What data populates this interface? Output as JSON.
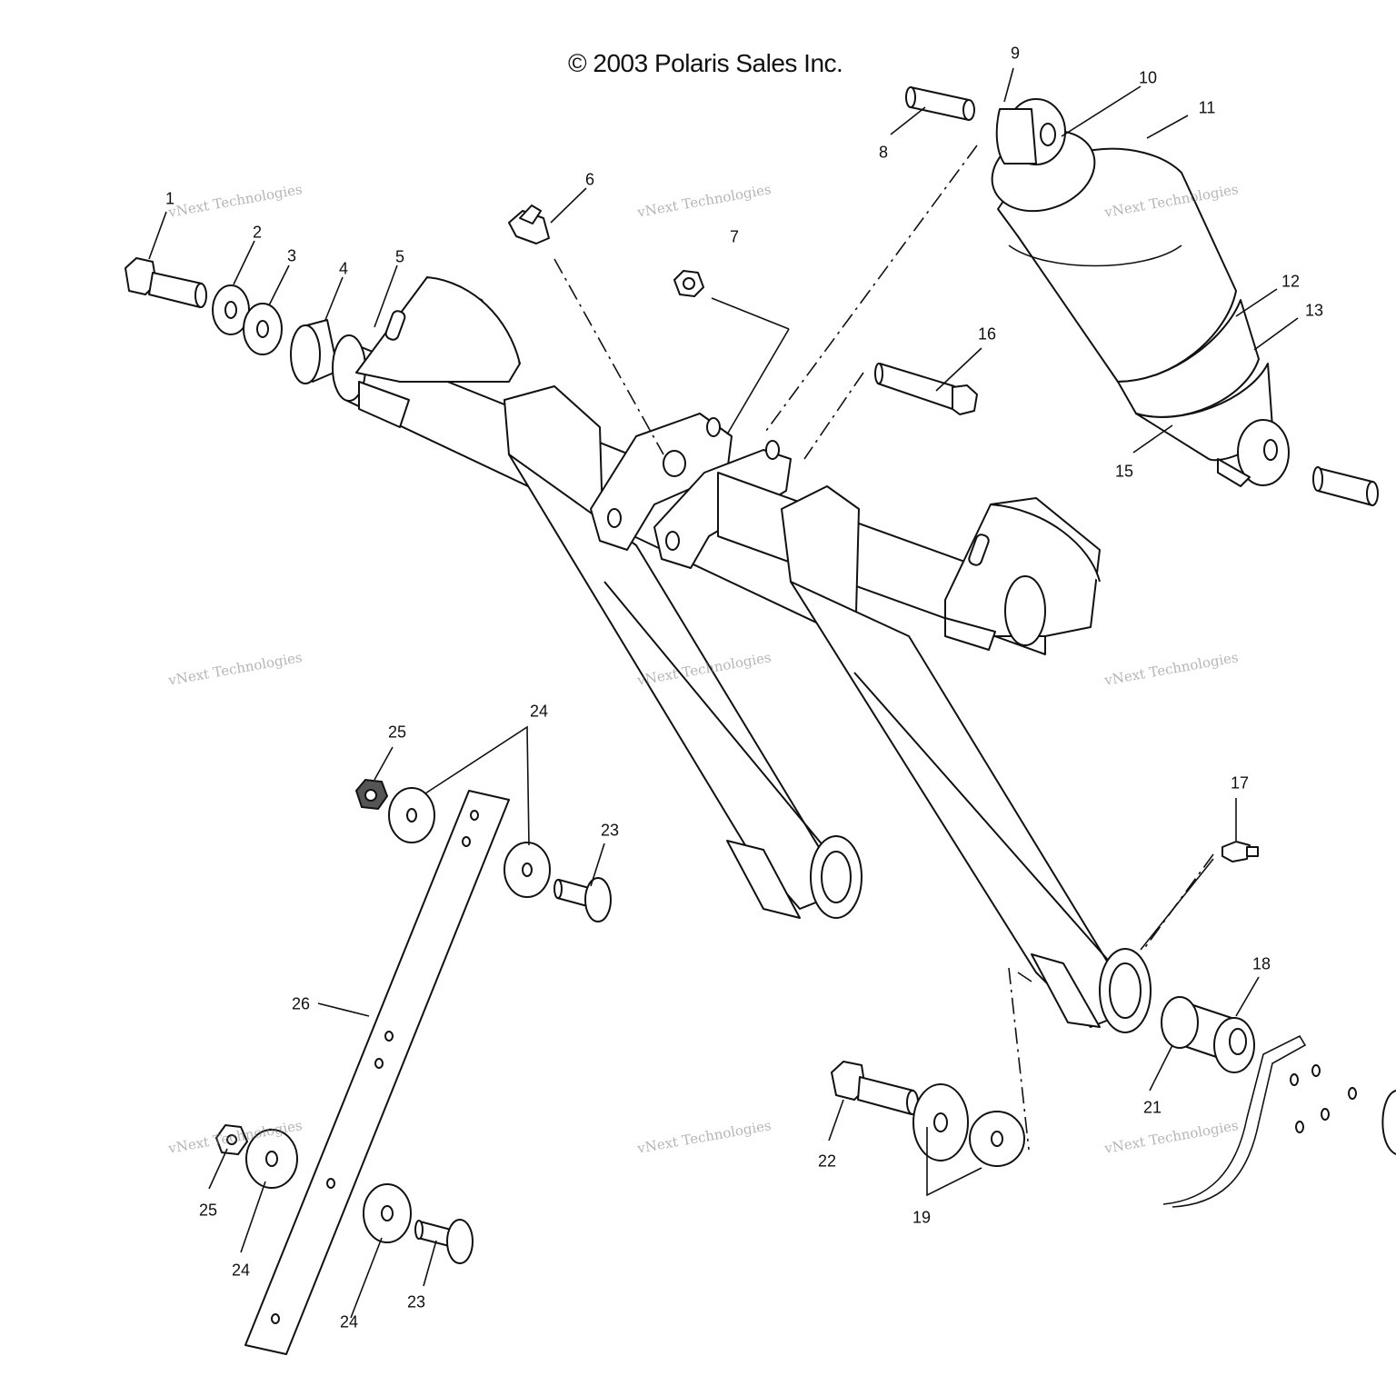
{
  "copyright": "© 2003 Polaris Sales Inc.",
  "watermark": {
    "line1": "vNext Technologies",
    "line2": "vNext Technologies"
  },
  "callouts": [
    {
      "id": "1",
      "text": "1"
    },
    {
      "id": "2",
      "text": "2"
    },
    {
      "id": "3",
      "text": "3"
    },
    {
      "id": "4",
      "text": "4"
    },
    {
      "id": "5",
      "text": "5"
    },
    {
      "id": "6",
      "text": "6"
    },
    {
      "id": "7",
      "text": "7"
    },
    {
      "id": "8",
      "text": "8"
    },
    {
      "id": "9",
      "text": "9"
    },
    {
      "id": "10",
      "text": "10"
    },
    {
      "id": "11",
      "text": "11"
    },
    {
      "id": "12",
      "text": "12"
    },
    {
      "id": "13",
      "text": "13"
    },
    {
      "id": "15",
      "text": "15"
    },
    {
      "id": "16",
      "text": "16"
    },
    {
      "id": "17",
      "text": "17"
    },
    {
      "id": "18",
      "text": "18"
    },
    {
      "id": "19",
      "text": "19"
    },
    {
      "id": "21",
      "text": "21"
    },
    {
      "id": "22",
      "text": "22"
    },
    {
      "id": "23a",
      "text": "23"
    },
    {
      "id": "23b",
      "text": "23"
    },
    {
      "id": "24a",
      "text": "24"
    },
    {
      "id": "24b",
      "text": "24"
    },
    {
      "id": "24c",
      "text": "24"
    },
    {
      "id": "25a",
      "text": "25"
    },
    {
      "id": "25b",
      "text": "25"
    },
    {
      "id": "26",
      "text": "26"
    }
  ]
}
